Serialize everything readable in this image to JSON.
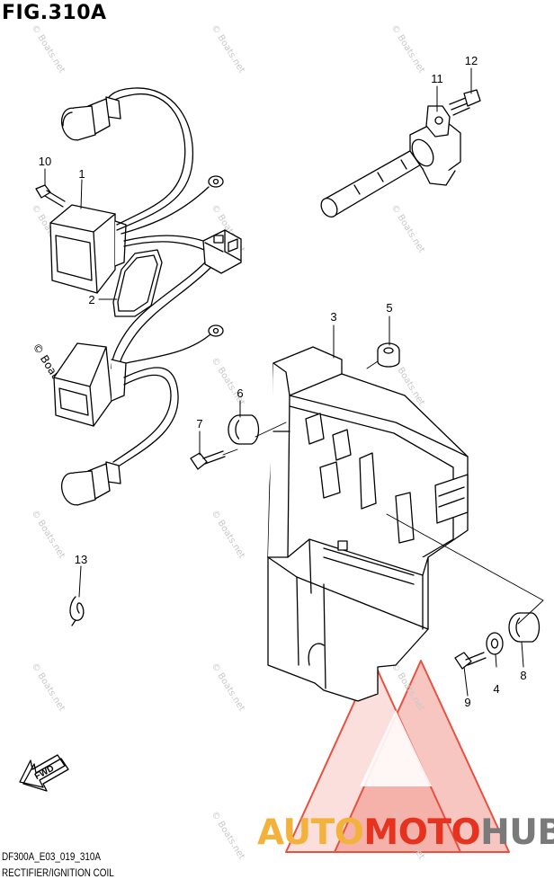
{
  "figure": {
    "title": "FIG.310A",
    "code": "DF300A_E03_019_310A",
    "caption": "RECTIFIER/IGNITION COIL"
  },
  "direction_tag": "FWD",
  "callouts": [
    "1",
    "2",
    "3",
    "4",
    "5",
    "6",
    "7",
    "8",
    "9",
    "10",
    "11",
    "12",
    "13"
  ],
  "watermark": {
    "text": "© Boats.net",
    "brand_parts": [
      "AUTO",
      "MOTO",
      "HUB"
    ],
    "colors": {
      "auto": "#f3b23c",
      "moto": "#e5331f",
      "hub": "#7a7a7a",
      "triangle": "#e5331f"
    }
  }
}
